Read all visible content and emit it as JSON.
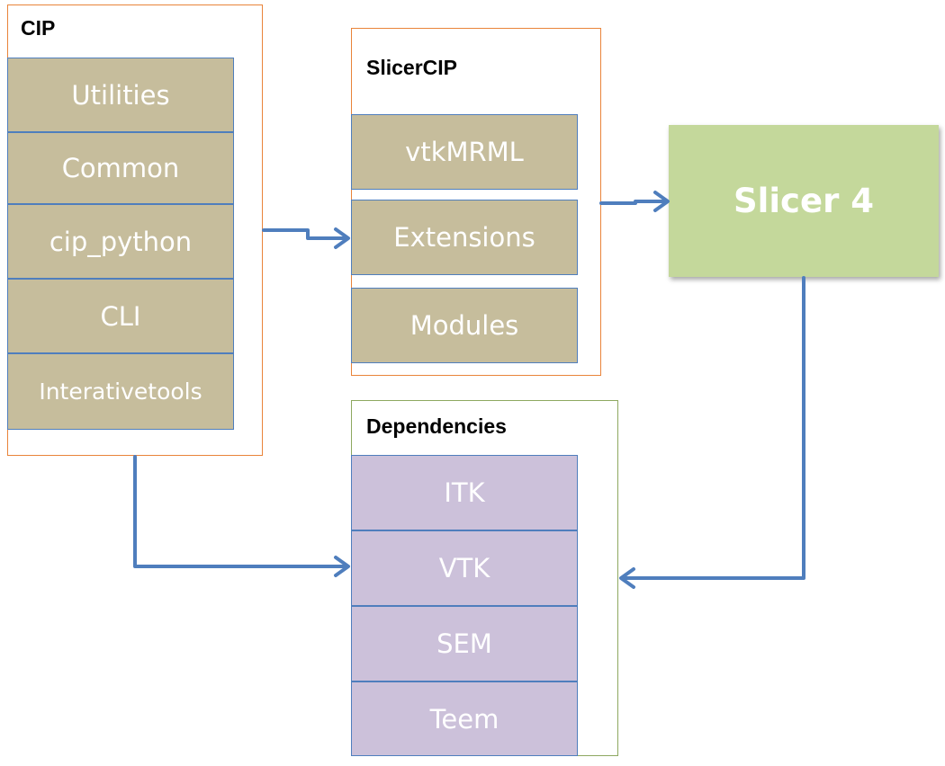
{
  "cip": {
    "title": "CIP",
    "modules": [
      "Utilities",
      "Common",
      "cip_python",
      "CLI",
      "Interativetools"
    ]
  },
  "slicercip": {
    "title": "SlicerCIP",
    "modules": [
      "vtkMRML",
      "Extensions",
      "Modules"
    ]
  },
  "slicer": {
    "label": "Slicer 4"
  },
  "dependencies": {
    "title": "Dependencies",
    "modules": [
      "ITK",
      "VTK",
      "SEM",
      "Teem"
    ]
  },
  "colors": {
    "group_border_orange": "#e9843a",
    "group_border_green": "#8ea860",
    "module_tan": "#c6bd9c",
    "module_purple": "#ccc1da",
    "module_border_blue": "#4f7ebd",
    "slicer_green": "#c4d89b",
    "arrow_blue": "#4f7ebd"
  }
}
